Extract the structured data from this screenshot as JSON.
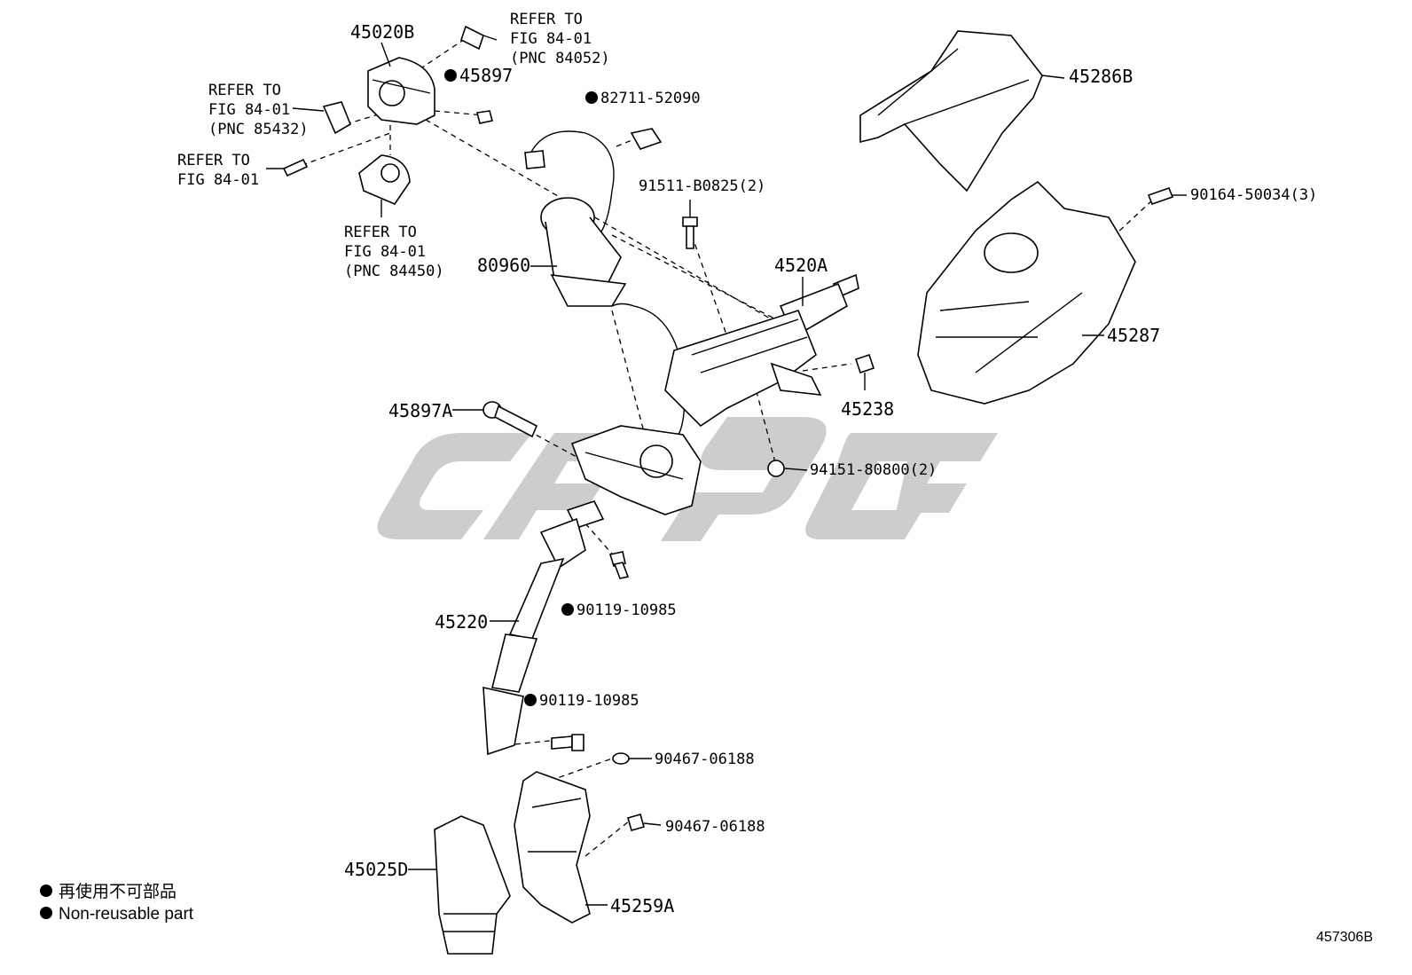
{
  "labels": {
    "p45020B": "45020B",
    "p45897": "45897",
    "p82711": "82711-52090",
    "p45286B": "45286B",
    "p91511": "91511-B0825(2)",
    "p90164": "90164-50034(3)",
    "p80960": "80960",
    "p4520A": "4520A",
    "p45287": "45287",
    "p45238": "45238",
    "p45897A": "45897A",
    "p94151": "94151-80800(2)",
    "p90119a": "90119-10985",
    "p45220": "45220",
    "p90119b": "90119-10985",
    "p90467a": "90467-06188",
    "p90467b": "90467-06188",
    "p45025D": "45025D",
    "p45259A": "45259A"
  },
  "refs": {
    "r1": [
      "REFER TO",
      "FIG 84-01",
      "(PNC 84052)"
    ],
    "r2": [
      "REFER TO",
      "FIG 84-01",
      "(PNC 85432)"
    ],
    "r3": [
      "REFER TO",
      "FIG 84-01"
    ],
    "r4": [
      "REFER TO",
      "FIG 84-01",
      "(PNC 84450)"
    ]
  },
  "legend": {
    "line1": "再使用不可部品",
    "line2": "Non-reusable part"
  },
  "footer": {
    "code": "457306B"
  },
  "watermark": {
    "color": "#c8c8c8"
  }
}
